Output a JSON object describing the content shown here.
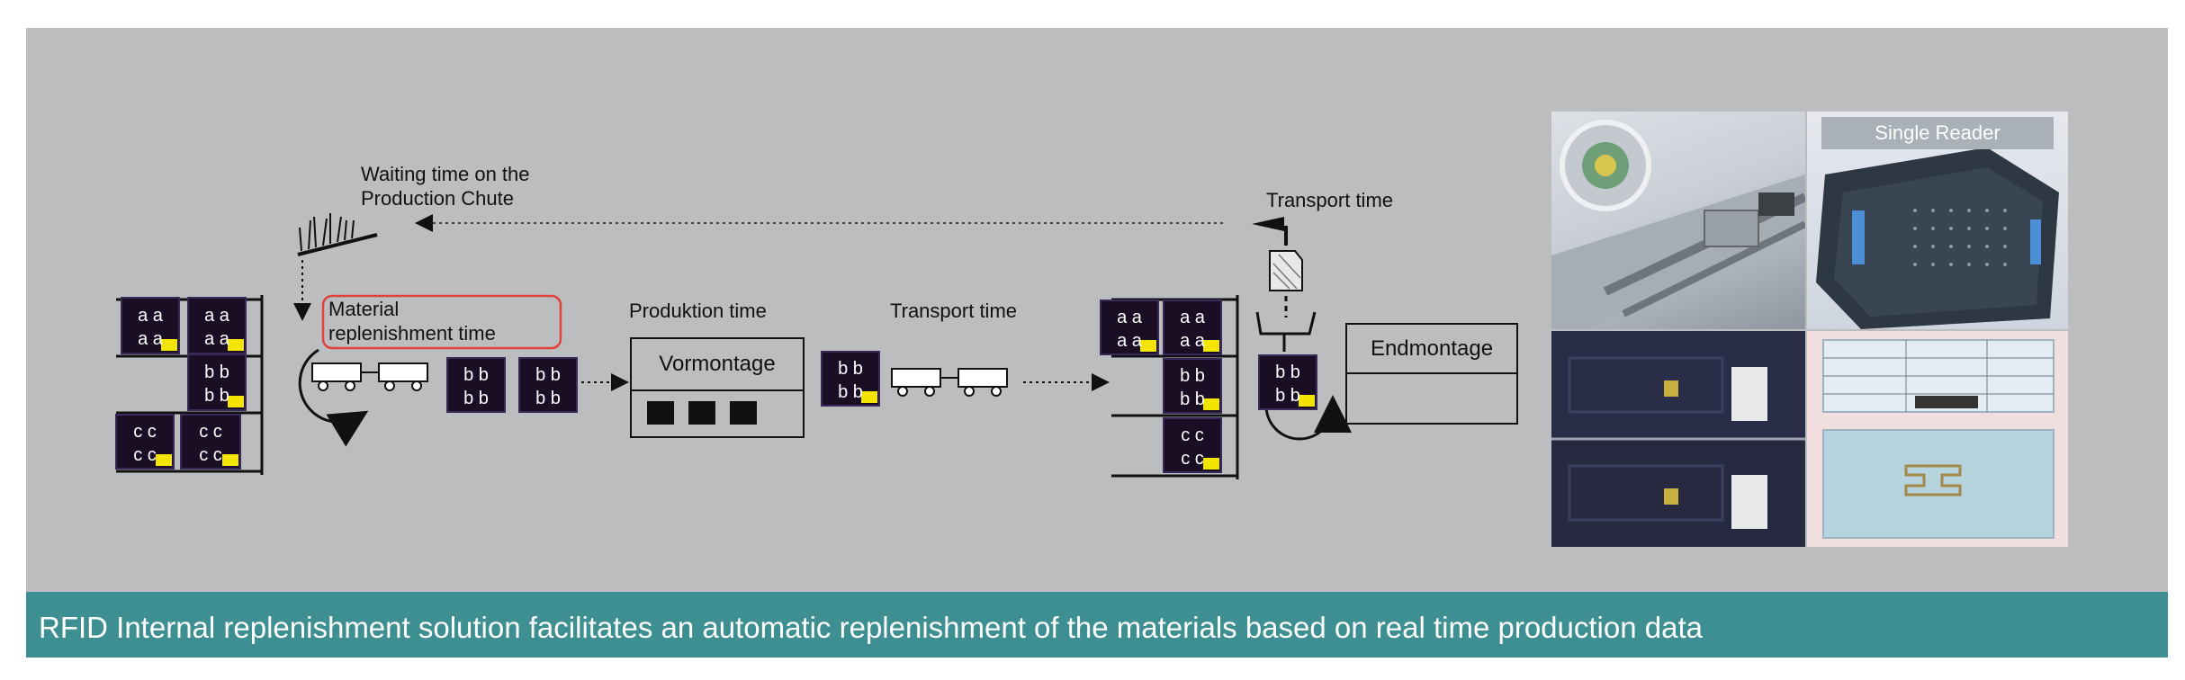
{
  "flow": {
    "waiting_line1": "Waiting time on the",
    "waiting_line2": "Production Chute",
    "material_line1": "Material",
    "material_line2": "replenishment time",
    "produktion_time": "Produktion time",
    "vormontage": "Vormontage",
    "transport_time_middle": "Transport time",
    "transport_time_top": "Transport time",
    "endmontage": "Endmontage"
  },
  "bins": {
    "a_row1": "a a",
    "a_row2": "a a",
    "b_row1": "b b",
    "b_row2": "b b",
    "c_row1": "c c",
    "c_row2": "c c"
  },
  "photos": {
    "reader_title": "Single Reader"
  },
  "caption": "RFID Internal replenishment solution facilitates an automatic replenishment of the materials based on real time production data",
  "colors": {
    "slide_background": "#bcbdbf",
    "caption_bar": "#3d8f91",
    "bin": "#1a0e24",
    "rfid_tag": "#f3e500",
    "highlight_box": "#e0413a"
  }
}
